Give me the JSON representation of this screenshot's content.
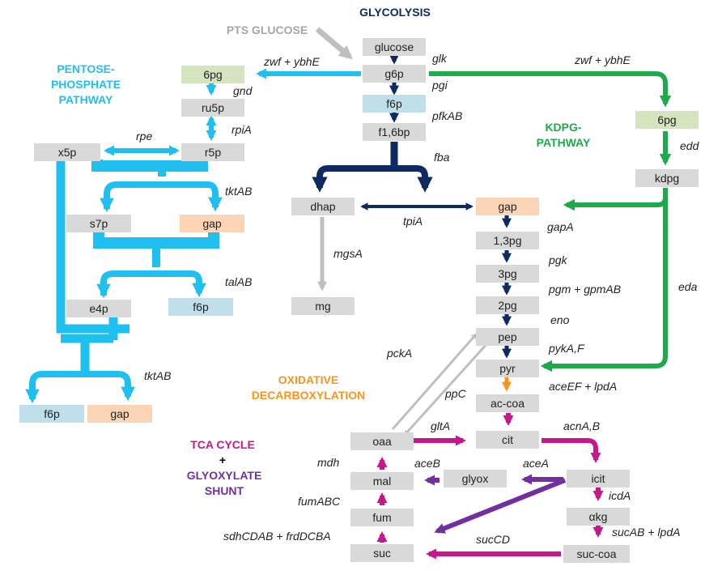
{
  "titles": {
    "glycolysis": "GLYCOLYSIS",
    "pts": "PTS GLUCOSE",
    "ppp": [
      "PENTOSE-",
      "PHOSPHATE",
      "PATHWAY"
    ],
    "kdpg": [
      "KDPG-",
      "PATHWAY"
    ],
    "oxidative": [
      "OXIDATIVE",
      "DECARBOXYLATION"
    ],
    "tca": "TCA CYCLE",
    "plus": "+",
    "glyoxylate": [
      "GLYOXYLATE",
      "SHUNT"
    ]
  },
  "metabolites": {
    "glucose": "glucose",
    "g6p": "g6p",
    "f6p_glyc": "f6p",
    "f16bp": "f1,6bp",
    "dhap": "dhap",
    "gap_glyc": "gap",
    "mg": "mg",
    "bpg13": "1,3pg",
    "pg3": "3pg",
    "pg2": "2pg",
    "pep": "pep",
    "pyr": "pyr",
    "accoa": "ac-coa",
    "cit": "cit",
    "oaa": "oaa",
    "icit": "icit",
    "glyox": "glyox",
    "mal": "mal",
    "akg": "αkg",
    "fum": "fum",
    "suc": "suc",
    "succoa": "suc-coa",
    "pg6_ppp": "6pg",
    "ru5p": "ru5p",
    "x5p": "x5p",
    "r5p": "r5p",
    "s7p": "s7p",
    "gap_ppp": "gap",
    "e4p": "e4p",
    "f6p_ppp": "f6p",
    "f6p_bottom": "f6p",
    "gap_bottom": "gap",
    "pg6_kdpg": "6pg",
    "kdpg": "kdpg"
  },
  "enzymes": {
    "glk": "glk",
    "pgi": "pgi",
    "pfkAB": "pfkAB",
    "fba": "fba",
    "tpiA": "tpiA",
    "mgsA": "mgsA",
    "gapA": "gapA",
    "pgk": "pgk",
    "pgm": "pgm + gpmAB",
    "eno": "eno",
    "pykAF": "pykA,F",
    "aceEF": "aceEF + lpdA",
    "acnAB": "acnA,B",
    "icdA": "icdA",
    "sucAB": "sucAB + lpdA",
    "sucCD": "sucCD",
    "sdh": "sdhCDAB + frdDCBA",
    "fumABC": "fumABC",
    "mdh": "mdh",
    "gltA": "gltA",
    "aceA": "aceA",
    "aceB": "aceB",
    "pckA": "pckA",
    "ppC": "ppC",
    "zwf_left": "zwf + ybhE",
    "zwf_right": "zwf + ybhE",
    "gnd": "gnd",
    "rpiA": "rpiA",
    "rpe": "rpe",
    "tktAB_top": "tktAB",
    "talAB": "talAB",
    "tktAB_bottom": "tktAB",
    "edd": "edd",
    "eda": "eda"
  },
  "colors": {
    "glycolysis": "#0d2a63",
    "ppp": "#1fbfef",
    "kdpg": "#1caa4a",
    "oxidative": "#f7931e",
    "tca": "#c8168c",
    "glyoxylate": "#7030a0",
    "grey_arrow": "#bfbfbf",
    "pts_text": "#a6a6a6"
  }
}
